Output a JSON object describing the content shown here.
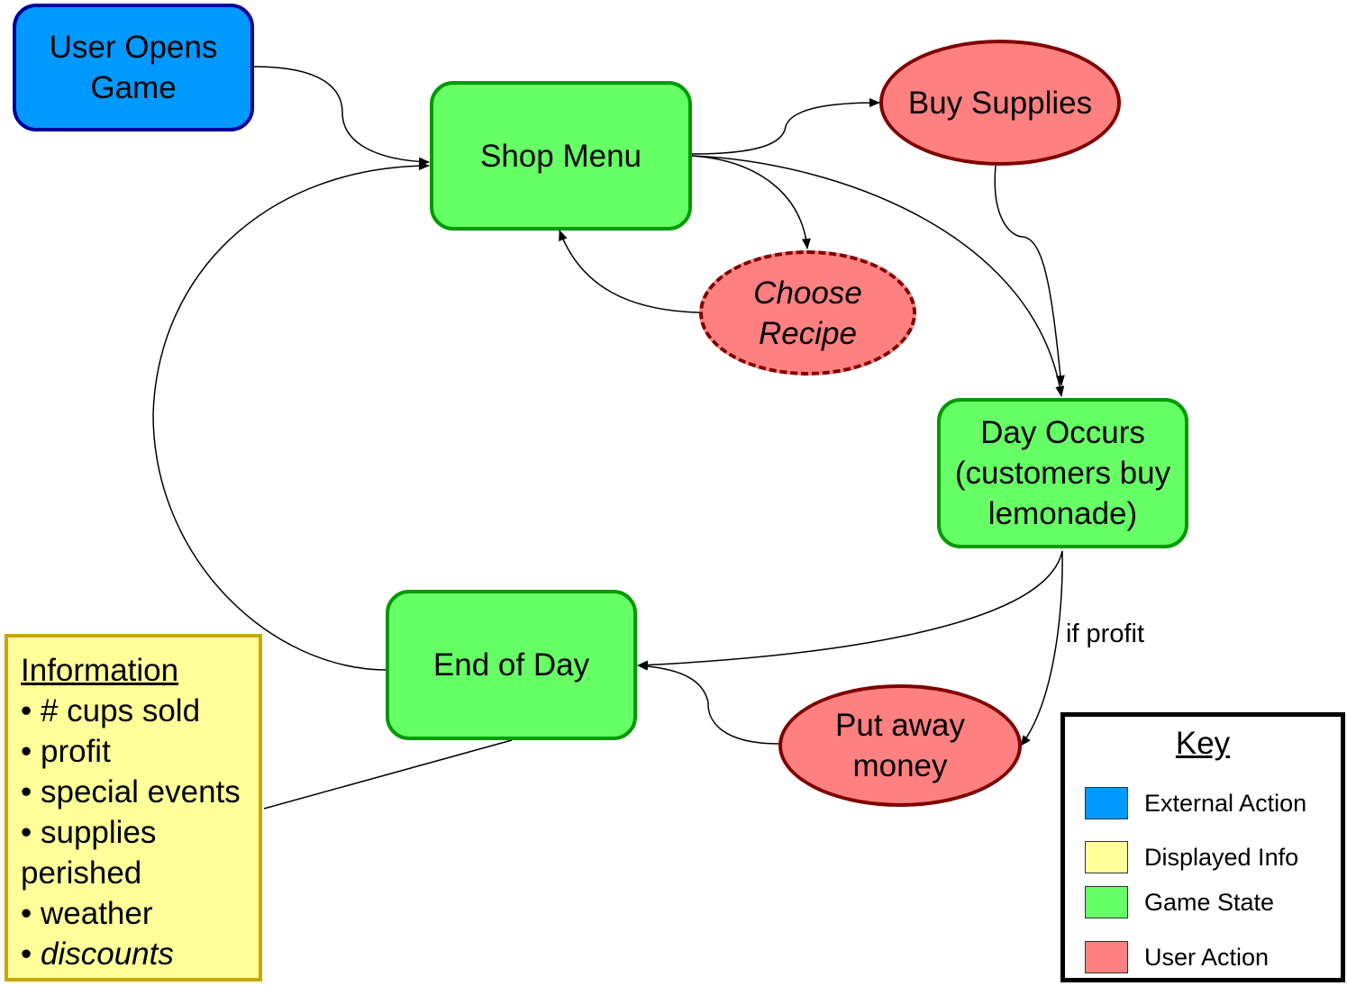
{
  "nodes": {
    "user_opens": {
      "label": "User Opens\nGame"
    },
    "shop_menu": {
      "label": "Shop Menu"
    },
    "buy_supplies": {
      "label": "Buy Supplies"
    },
    "choose_recipe": {
      "label": "Choose\nRecipe"
    },
    "day_occurs": {
      "label": "Day Occurs\n(customers buy\nlemonade)"
    },
    "end_of_day": {
      "label": "End of Day"
    },
    "put_away_money": {
      "label": "Put away\nmoney"
    }
  },
  "edges": {
    "if_profit_label": "if profit"
  },
  "information": {
    "title": "Information",
    "items": [
      {
        "bullet": "•",
        "text": " # cups sold"
      },
      {
        "bullet": "•",
        "text": " profit"
      },
      {
        "bullet": "•",
        "text": " special events"
      },
      {
        "bullet": "•",
        "text": " supplies"
      },
      {
        "bullet": "",
        "text": "perished"
      },
      {
        "bullet": "•",
        "text": " weather"
      },
      {
        "bullet": "•",
        "text": " discounts"
      }
    ]
  },
  "key": {
    "title": "Key",
    "entries": [
      {
        "label": "External Action",
        "color": "#0099ff"
      },
      {
        "label": "Displayed Info",
        "color": "#ffff99"
      },
      {
        "label": "Game State",
        "color": "#66ff66"
      },
      {
        "label": "User Action",
        "color": "#ff8080"
      }
    ]
  },
  "colors": {
    "external_action": "#0099ff",
    "displayed_info": "#ffff99",
    "game_state": "#66ff66",
    "user_action": "#ff8080"
  }
}
